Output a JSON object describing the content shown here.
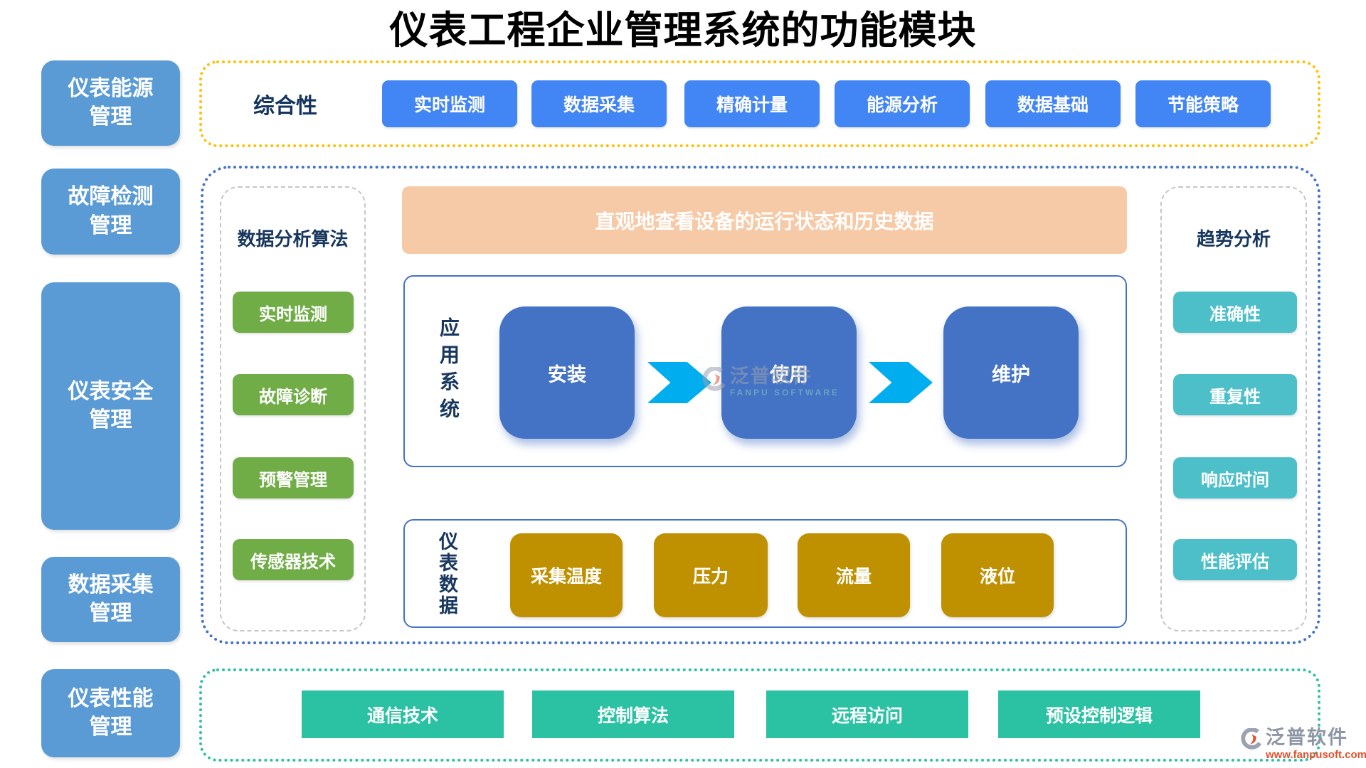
{
  "title": "仪表工程企业管理系统的功能模块",
  "sidebar": {
    "items": [
      {
        "label": "仪表能源管理"
      },
      {
        "label": "故障检测管理"
      },
      {
        "label": "仪表安全管理"
      },
      {
        "label": "数据采集管理"
      },
      {
        "label": "仪表性能管理"
      }
    ]
  },
  "overview": {
    "label": "综合性",
    "buttons": [
      {
        "label": "实时监测"
      },
      {
        "label": "数据采集"
      },
      {
        "label": "精确计量"
      },
      {
        "label": "能源分析"
      },
      {
        "label": "数据基础"
      },
      {
        "label": "节能策略"
      }
    ]
  },
  "analysis": {
    "label": "数据分析算法",
    "buttons": [
      {
        "label": "实时监测"
      },
      {
        "label": "故障诊断"
      },
      {
        "label": "预警管理"
      },
      {
        "label": "传感器技术"
      }
    ]
  },
  "banner": {
    "text": "直观地查看设备的运行状态和历史数据"
  },
  "app_system": {
    "label": "应用系统",
    "steps": [
      {
        "label": "安装"
      },
      {
        "label": "使用"
      },
      {
        "label": "维护"
      }
    ]
  },
  "instrument_data": {
    "label": "仪表数据",
    "items": [
      {
        "label": "采集温度"
      },
      {
        "label": "压力"
      },
      {
        "label": "流量"
      },
      {
        "label": "液位"
      }
    ]
  },
  "trend": {
    "label": "趋势分析",
    "buttons": [
      {
        "label": "准确性"
      },
      {
        "label": "重复性"
      },
      {
        "label": "响应时间"
      },
      {
        "label": "性能评估"
      }
    ]
  },
  "control": {
    "buttons": [
      {
        "label": "通信技术"
      },
      {
        "label": "控制算法"
      },
      {
        "label": "远程访问"
      },
      {
        "label": "预设控制逻辑"
      }
    ]
  },
  "watermark": {
    "brand": "泛普软件",
    "brand_en": "FANPU SOFTWARE",
    "url": "www.fanpusoft.com"
  },
  "colors": {
    "sidebar_blue": "#5B9BD5",
    "button_blue": "#4285F4",
    "square_blue": "#4472C4",
    "green": "#70AD47",
    "gold": "#BF9000",
    "teal": "#4DBFC9",
    "mint": "#2BC1A3",
    "peach": "#F7CAA7",
    "arrow_cyan": "#00AEEF",
    "border_yellow": "#FFC000",
    "border_blue": "#4472C4",
    "border_mint": "#2BC1A3",
    "navy_text": "#17375E"
  }
}
